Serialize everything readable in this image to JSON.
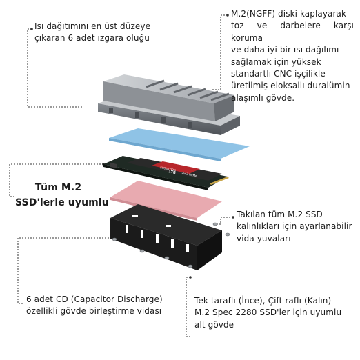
{
  "callouts": {
    "grilles": {
      "lines": [
        "Isı dağıtımını en üst düzeye",
        "çıkaran 6 adet ızgara oluğu"
      ]
    },
    "body_case": {
      "lines": [
        "M.2(NGFF) diski kaplayarak",
        "toz ve darbelere karşı koruma",
        "ve daha iyi bir ısı dağılımı",
        "sağlamak için yüksek",
        "standartlı CNC işçilikle",
        "üretilmiş eloksallı duralümin",
        "alaşımlı gövde."
      ]
    },
    "compat": {
      "lines": [
        "Tüm M.2",
        "SSD'lerle uyumlu"
      ]
    },
    "screw_slots": {
      "lines": [
        "Takılan tüm M.2 SSD",
        "kalınlıkları için ayarlanabilir",
        "vida yuvaları"
      ]
    },
    "cd_screws": {
      "lines": [
        "6 adet CD (Capacitor Discharge)",
        "özellikli gövde birleştirme vidası"
      ]
    },
    "bottom_case": {
      "lines": [
        "Tek taraflı (İnce), Çift raflı (Kalın)",
        "M.2 Spec 2280 SSD'ler için uyumlu",
        "alt gövde"
      ]
    }
  },
  "ssd_label": {
    "brand": "EVOLUTION",
    "model": "Gen3 NVMe",
    "capacity": "1TB"
  },
  "colors": {
    "heatsink_light": "#b9bcc0",
    "heatsink_dark": "#6f7378",
    "thermal_pad_blue": "#8fc3e6",
    "thermal_pad_pink": "#e8aab0",
    "pcb": "#1f2a24",
    "bracket": "#1b1b1b",
    "leader": "#333333"
  }
}
